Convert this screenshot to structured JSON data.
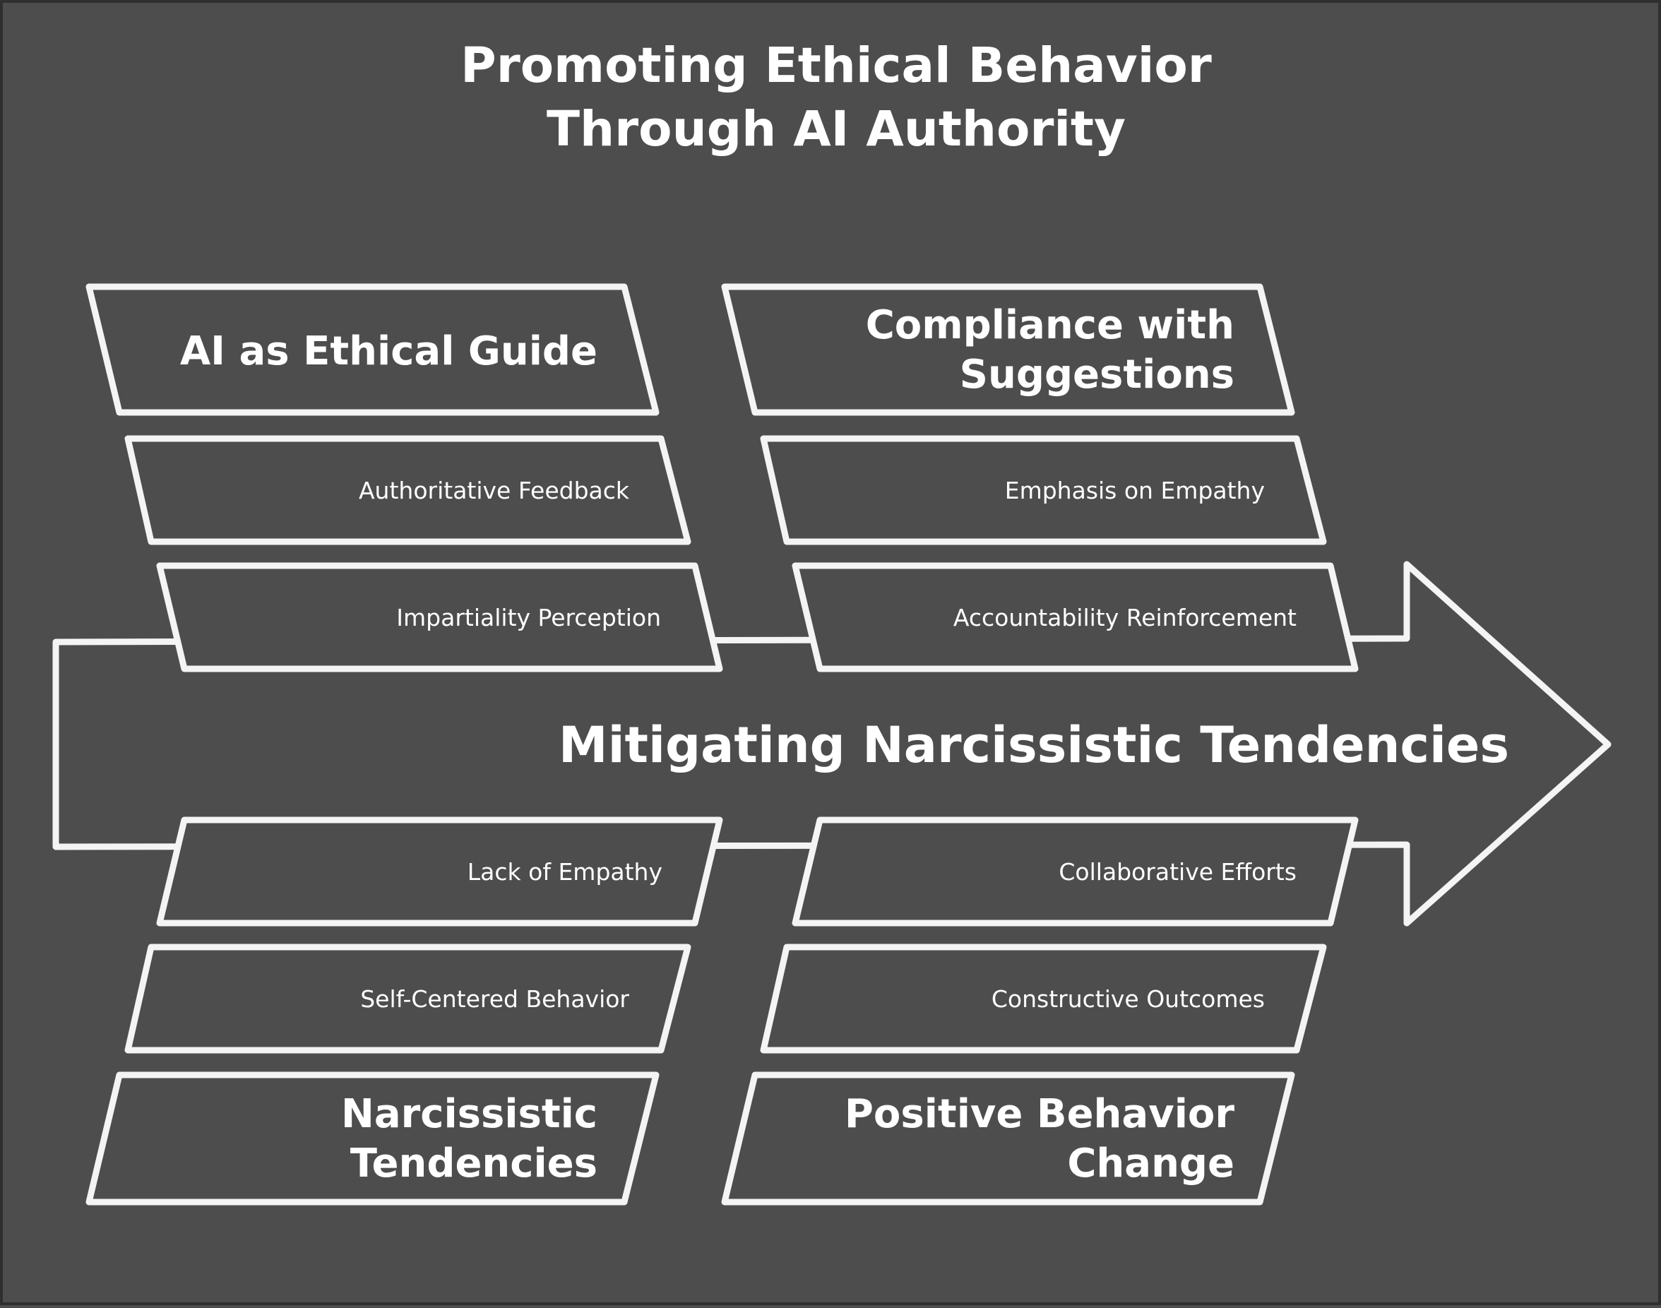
{
  "title": {
    "line1": "Promoting Ethical Behavior",
    "line2": "Through AI Authority"
  },
  "effect": "Mitigating Narcissistic Tendencies",
  "categories": [
    {
      "title_lines": [
        "AI as Ethical Guide"
      ],
      "causes": [
        "Authoritative Feedback",
        "Impartiality Perception"
      ]
    },
    {
      "title_lines": [
        "Compliance with",
        "Suggestions"
      ],
      "causes": [
        "Emphasis on Empathy",
        "Accountability Reinforcement"
      ]
    },
    {
      "title_lines": [
        "Narcissistic",
        "Tendencies"
      ],
      "causes": [
        "Lack of Empathy",
        "Self-Centered Behavior"
      ]
    },
    {
      "title_lines": [
        "Positive Behavior",
        "Change"
      ],
      "causes": [
        "Collaborative Efforts",
        "Constructive Outcomes"
      ]
    }
  ],
  "colors": {
    "background": "#4d4d4d",
    "stroke": "#f4f4f4",
    "text": "#ffffff"
  }
}
